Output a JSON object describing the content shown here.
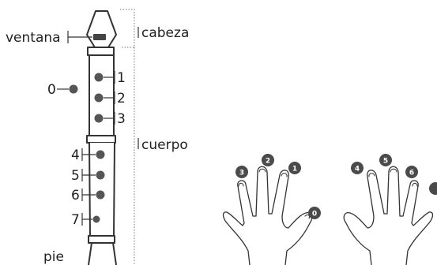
{
  "labels": {
    "ventana": "ventana",
    "cabeza": "cabeza",
    "cuerpo": "cuerpo",
    "pie": "pie"
  },
  "holes": {
    "thumb": "0",
    "h1": "1",
    "h2": "2",
    "h3": "3",
    "h4": "4",
    "h5": "5",
    "h6": "6",
    "h7": "7"
  },
  "fingers": {
    "left": [
      "3",
      "2",
      "1",
      "0"
    ],
    "right": [
      "4",
      "5",
      "6"
    ]
  },
  "colors": {
    "line": "#333333",
    "hole": "#555555",
    "badge": "#4a4a4a",
    "dotted": "#777777"
  }
}
